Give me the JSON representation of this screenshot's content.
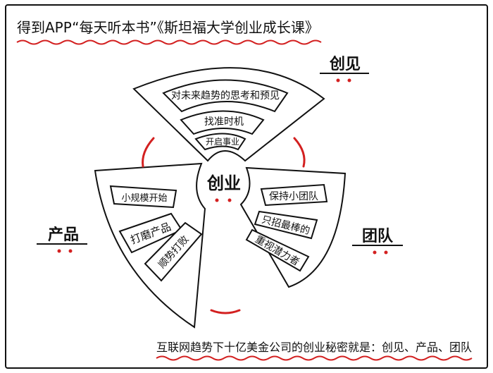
{
  "header": {
    "title": "得到APP“每天听本书”《斯坦福大学创业成长课》"
  },
  "center": {
    "label": "创业"
  },
  "sections": {
    "top": {
      "title": "创见",
      "items": [
        "对未来趋势的思考和预见",
        "找准时机",
        "开启事业"
      ]
    },
    "left": {
      "title": "产品",
      "items": [
        "小规模开始",
        "打磨产品",
        "顺势打败"
      ]
    },
    "right": {
      "title": "团队",
      "items": [
        "保持小团队",
        "只招最棒的",
        "重视潜力者"
      ]
    }
  },
  "footer": {
    "text": "互联网趋势下十亿美金公司的创业秘密就是：创见、产品、团队"
  },
  "colors": {
    "ink": "#111111",
    "accent": "#d32020"
  }
}
